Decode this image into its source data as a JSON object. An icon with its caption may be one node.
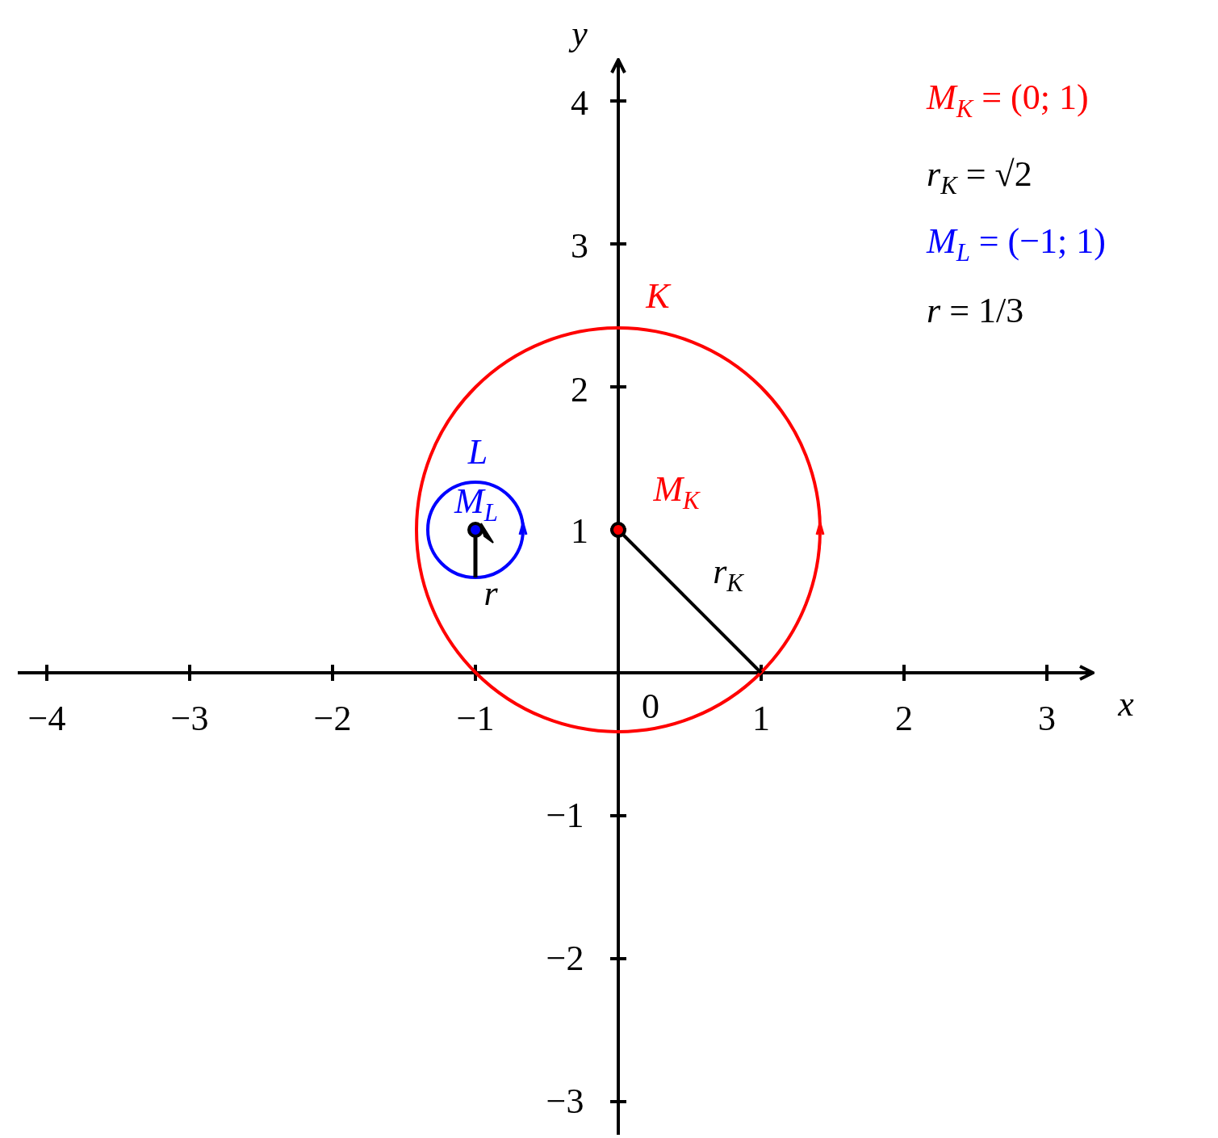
{
  "diagram": {
    "labels": [
      "y",
      "4",
      "*M*$_{K}$ = (0; 1)",
      "*r*$_{K}$ = √2",
      "3",
      "*M*$_{L}$ = (−1; 1)",
      "K",
      "*r* = 1/3",
      "2",
      "L",
      "M$_{L}$",
      "M$_{K}$",
      "1",
      "r$_{K}$",
      "r",
      "x",
      "0",
      "−4",
      "−3",
      "−2",
      "−1",
      "1",
      "2",
      "3",
      "−1",
      "−2",
      "−3"
    ]
  }
}
